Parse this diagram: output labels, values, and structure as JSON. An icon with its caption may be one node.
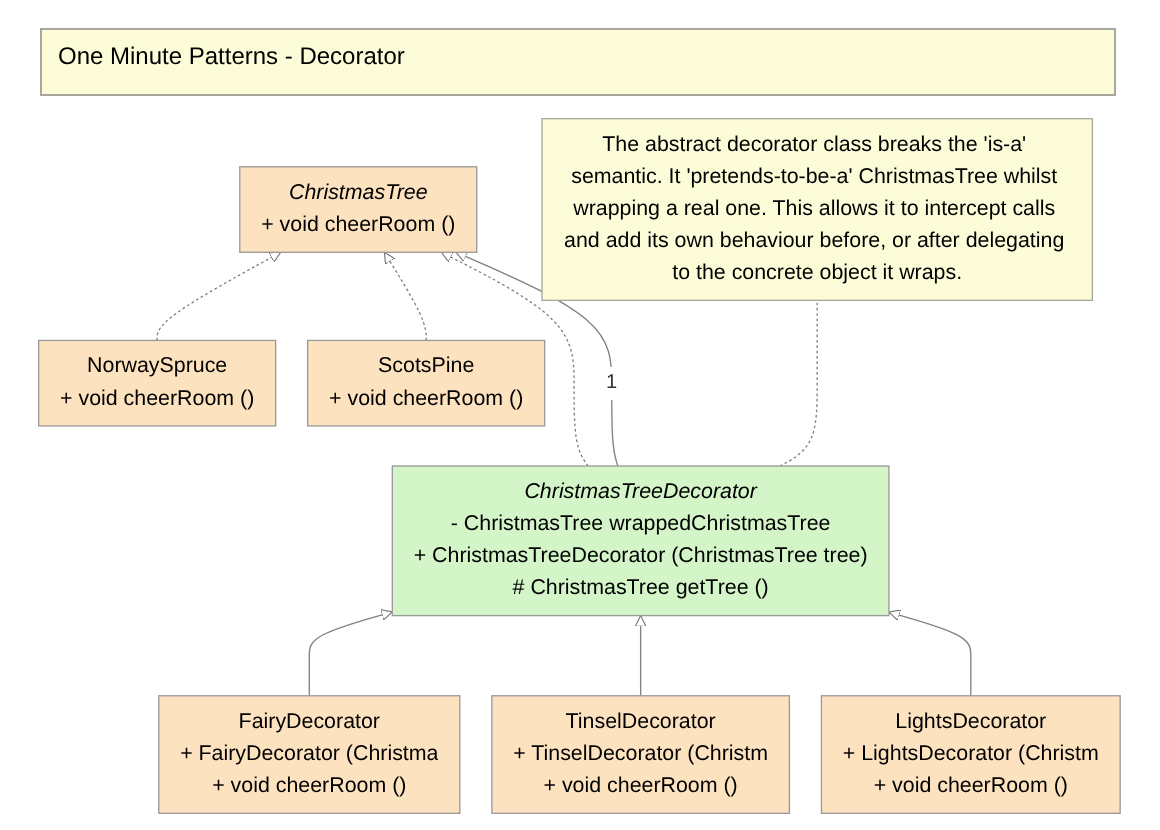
{
  "diagram": {
    "title": "One Minute Patterns - Decorator",
    "nodes": [
      {
        "text": [
          "ChristmasTree",
          "+ void cheerRoom ()"
        ]
      },
      {
        "text": [
          "The abstract decorator class breaks the 'is-a' semantic. It 'pretends-to-be-a' ChristmasTree whilst wrapping a real one. This allows it to intercept calls and add its own behaviour before, or after delegating to the concrete object it wraps."
        ]
      },
      {
        "text": [
          "NorwaySpruce",
          "+ void cheerRoom ()"
        ]
      },
      {
        "text": [
          "ScotsPine",
          "+ void cheerRoom ()"
        ]
      },
      {
        "text": [
          "ChristmasTreeDecorator",
          "- ChristmasTree wrappedChristmasTree",
          "+ ChristmasTreeDecorator (ChristmasTree tree)",
          "# ChristmasTree getTree ()"
        ]
      },
      {
        "text": [
          "FairyDecorator",
          "+ FairyDecorator (Christma",
          "+ void cheerRoom ()"
        ]
      },
      {
        "text": [
          "TinselDecorator",
          "+ TinselDecorator (Christm",
          "+ void cheerRoom ()"
        ]
      },
      {
        "text": [
          "LightsDecorator",
          "+ LightsDecorator (Christm",
          "+ void cheerRoom ()"
        ]
      }
    ],
    "edges": [
      {
        "from": 2,
        "to": 0,
        "arrow": "to",
        "style": "dashed"
      },
      {
        "from": 3,
        "to": 0,
        "arrow": "to",
        "style": "dashed"
      },
      {
        "from": 4,
        "to": 0,
        "arrow": "to",
        "style": "dashed"
      },
      {
        "from": 4,
        "to": 0,
        "arrow": "to",
        "label": "1"
      },
      {
        "from": 4,
        "to": 1,
        "arrow": "none",
        "style": "dashed"
      },
      {
        "from": 5,
        "to": 4,
        "arrow": "to"
      },
      {
        "from": 6,
        "to": 4,
        "arrow": "to"
      },
      {
        "from": 7,
        "to": 4,
        "arrow": "to"
      }
    ]
  }
}
